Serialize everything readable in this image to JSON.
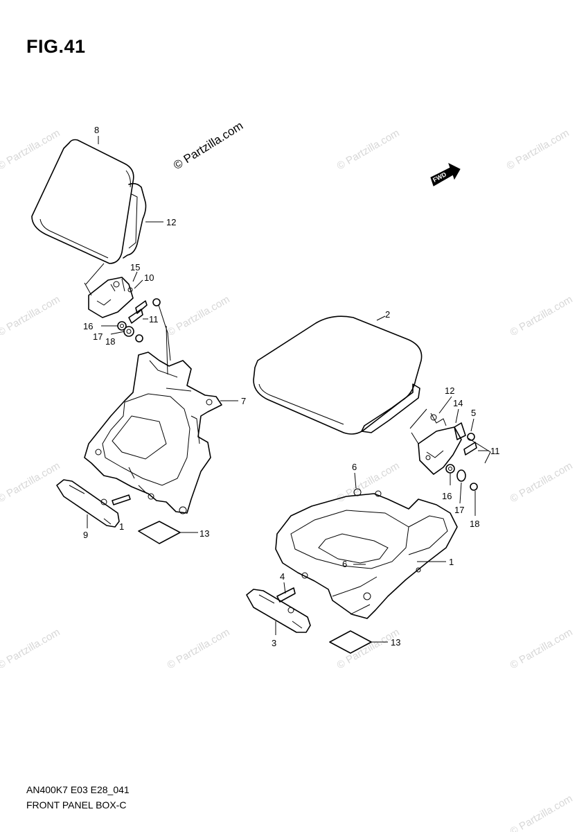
{
  "figure": {
    "title": "FIG.41"
  },
  "footer": {
    "code": "AN400K7 E03 E28_041",
    "name": "FRONT PANEL BOX-C"
  },
  "watermark": {
    "text": "© Partzilla.com",
    "color": "#d7d7d7"
  },
  "fwd_label": "FWD",
  "callouts": {
    "left": {
      "c8": "8",
      "c12": "12",
      "c15": "15",
      "c10": "10",
      "c11": "11",
      "c16": "16",
      "c17": "17",
      "c18": "18",
      "c7": "7",
      "c9": "9",
      "c1": "1",
      "c13": "13"
    },
    "right": {
      "c2": "2",
      "c12": "12",
      "c14": "14",
      "c5": "5",
      "c11": "11",
      "c6a": "6",
      "c16": "16",
      "c17": "17",
      "c18": "18",
      "c6b": "6",
      "c1": "1",
      "c4": "4",
      "c3": "3",
      "c13": "13"
    }
  }
}
